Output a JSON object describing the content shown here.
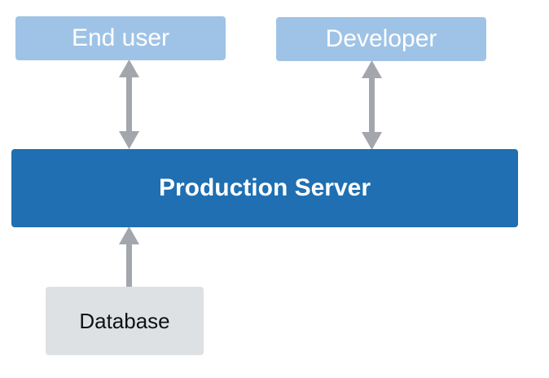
{
  "nodes": {
    "end_user": "End user",
    "developer": "Developer",
    "production_server": "Production Server",
    "database": "Database"
  },
  "colors": {
    "client_box": "#9fc3e6",
    "server_box": "#1f6fb2",
    "database_box": "#dde1e4",
    "arrow": "#a3a7ad"
  },
  "edges": [
    {
      "from": "End user",
      "to": "Production Server",
      "direction": "bidirectional"
    },
    {
      "from": "Developer",
      "to": "Production Server",
      "direction": "bidirectional"
    },
    {
      "from": "Database",
      "to": "Production Server",
      "direction": "one-way"
    }
  ]
}
